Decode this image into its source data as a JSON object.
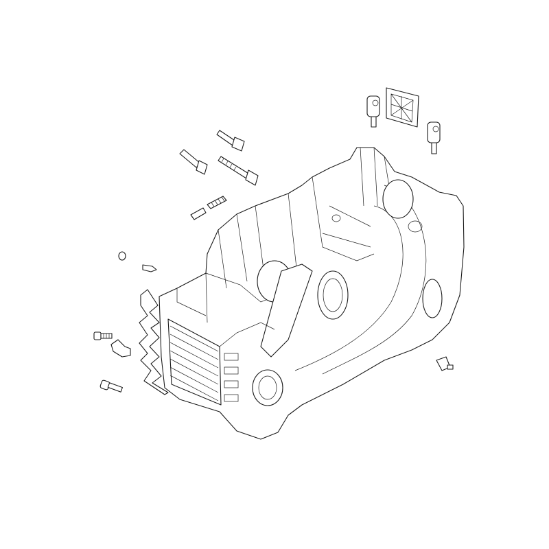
{
  "diagram": {
    "type": "exploded-parts-drawing",
    "colors": {
      "background": "#ffffff",
      "line": "#1a1a1a"
    },
    "parts": [
      "crankcase",
      "front-plate-with-spikes",
      "screw-upper-left",
      "clip-plate",
      "screw-lower-left",
      "nut",
      "pin",
      "spring",
      "spring-clip",
      "t-pin-short-left",
      "t-pin-short-right",
      "t-bolt-threaded",
      "av-mount-left",
      "filter-element",
      "av-mount-right",
      "buffer"
    ]
  }
}
